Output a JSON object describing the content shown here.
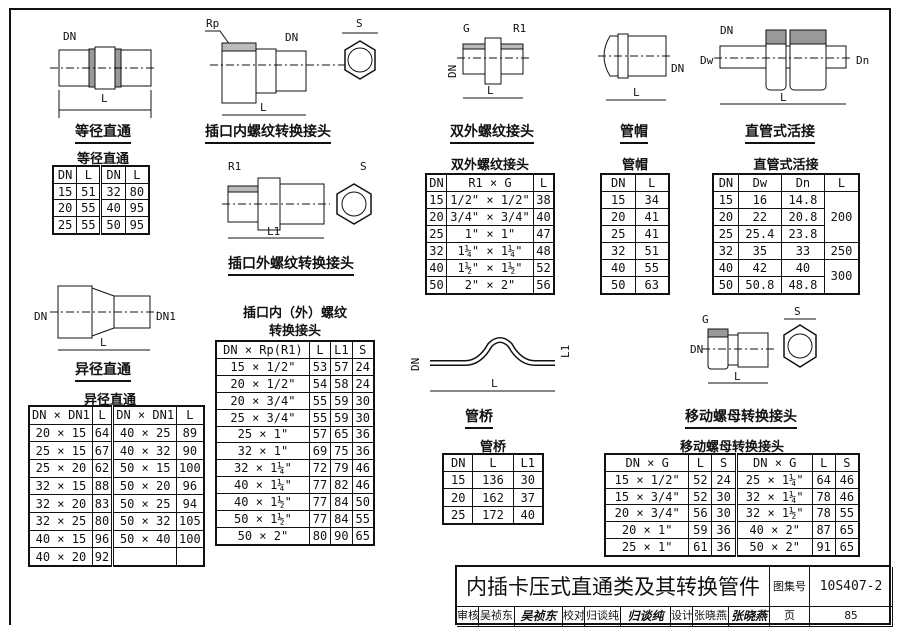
{
  "fittings": {
    "equal_coupling": {
      "caption": "等径直通",
      "table_title": "等径直通",
      "labels": {
        "dn": "DN",
        "l": "L"
      },
      "header": [
        "DN",
        "L",
        "DN",
        "L"
      ],
      "rows": [
        [
          "15",
          "51",
          "32",
          "80"
        ],
        [
          "20",
          "55",
          "40",
          "95"
        ],
        [
          "25",
          "55",
          "50",
          "95"
        ]
      ]
    },
    "female_adapter": {
      "caption": "插口内螺纹转换接头",
      "labels": {
        "rp": "Rp",
        "dn": "DN",
        "l": "L",
        "s": "S"
      }
    },
    "male_adapter": {
      "caption": "插口外螺纹转换接头",
      "labels": {
        "r1": "R1",
        "l1": "L1",
        "s": "S"
      }
    },
    "reducing_coupling": {
      "caption": "异径直通",
      "table_title": "异径直通",
      "labels": {
        "dn": "DN",
        "dn1": "DN1",
        "l": "L"
      },
      "header": [
        "DN × DN1",
        "L",
        "DN × DN1",
        "L"
      ],
      "rows": [
        [
          "20 × 15",
          "64",
          "40 × 25",
          "89"
        ],
        [
          "25 × 15",
          "67",
          "40 × 32",
          "90"
        ],
        [
          "25 × 20",
          "62",
          "50 × 15",
          "100"
        ],
        [
          "32 × 15",
          "88",
          "50 × 20",
          "96"
        ],
        [
          "32 × 20",
          "83",
          "50 × 25",
          "94"
        ],
        [
          "32 × 25",
          "80",
          "50 × 32",
          "105"
        ],
        [
          "40 × 15",
          "96",
          "50 × 40",
          "100"
        ],
        [
          "40 × 20",
          "92",
          "",
          ""
        ]
      ]
    },
    "adapter_table": {
      "table_title_1": "插口内（外）螺纹",
      "table_title_2": "转换接头",
      "header": [
        "DN × Rp(R1)",
        "L",
        "L1",
        "S"
      ],
      "rows": [
        [
          "15 × 1/2\"",
          "53",
          "57",
          "24"
        ],
        [
          "20 × 1/2\"",
          "54",
          "58",
          "24"
        ],
        [
          "20 × 3/4\"",
          "55",
          "59",
          "30"
        ],
        [
          "25 × 3/4\"",
          "55",
          "59",
          "30"
        ],
        [
          "25 × 1\"",
          "57",
          "65",
          "36"
        ],
        [
          "32 × 1\"",
          "69",
          "75",
          "36"
        ],
        [
          "32 × 1¼\"",
          "72",
          "79",
          "46"
        ],
        [
          "40 × 1¼\"",
          "77",
          "82",
          "46"
        ],
        [
          "40 × 1½\"",
          "77",
          "84",
          "50"
        ],
        [
          "50 × 1½\"",
          "77",
          "84",
          "55"
        ],
        [
          "50 × 2\"",
          "80",
          "90",
          "65"
        ]
      ]
    },
    "double_male": {
      "caption": "双外螺纹接头",
      "table_title": "双外螺纹接头",
      "labels": {
        "g": "G",
        "r1": "R1",
        "dn": "DN",
        "l": "L"
      },
      "header": [
        "DN",
        "R1 × G",
        "L"
      ],
      "rows": [
        [
          "15",
          "1/2\" × 1/2\"",
          "38"
        ],
        [
          "20",
          "3/4\" × 3/4\"",
          "40"
        ],
        [
          "25",
          "1\" × 1\"",
          "47"
        ],
        [
          "32",
          "1¼\" × 1¼\"",
          "48"
        ],
        [
          "40",
          "1½\" × 1½\"",
          "52"
        ],
        [
          "50",
          "2\" × 2\"",
          "56"
        ]
      ]
    },
    "cap": {
      "caption": "管帽",
      "table_title": "管帽",
      "labels": {
        "dn": "DN",
        "l": "L"
      },
      "header": [
        "DN",
        "L"
      ],
      "rows": [
        [
          "15",
          "34"
        ],
        [
          "20",
          "41"
        ],
        [
          "25",
          "41"
        ],
        [
          "32",
          "51"
        ],
        [
          "40",
          "55"
        ],
        [
          "50",
          "63"
        ]
      ]
    },
    "union": {
      "caption": "直管式活接",
      "table_title": "直管式活接",
      "labels": {
        "dn": "DN",
        "dw": "Dw",
        "dn_inner": "Dn",
        "l": "L"
      },
      "header": [
        "DN",
        "Dw",
        "Dn",
        "L"
      ],
      "rows": [
        [
          "15",
          "16",
          "14.8"
        ],
        [
          "20",
          "22",
          "20.8"
        ],
        [
          "25",
          "25.4",
          "23.8"
        ],
        [
          "32",
          "35",
          "33"
        ],
        [
          "40",
          "42",
          "40"
        ],
        [
          "50",
          "50.8",
          "48.8"
        ]
      ],
      "l_values": [
        "200",
        "250",
        "300"
      ]
    },
    "bridge": {
      "caption": "管桥",
      "table_title": "管桥",
      "labels": {
        "dn": "DN",
        "l": "L",
        "l1": "L1"
      },
      "header": [
        "DN",
        "L",
        "L1"
      ],
      "rows": [
        [
          "15",
          "136",
          "30"
        ],
        [
          "20",
          "162",
          "37"
        ],
        [
          "25",
          "172",
          "40"
        ]
      ]
    },
    "swivel": {
      "caption": "移动螺母转换接头",
      "table_title": "移动螺母转换接头",
      "labels": {
        "g": "G",
        "dn": "DN",
        "l": "L",
        "s": "S"
      },
      "header": [
        "DN × G",
        "L",
        "S",
        "DN × G",
        "L",
        "S"
      ],
      "rows": [
        [
          "15 × 1/2\"",
          "52",
          "24",
          "25 × 1¼\"",
          "64",
          "46"
        ],
        [
          "15 × 3/4\"",
          "52",
          "30",
          "32 × 1¼\"",
          "78",
          "46"
        ],
        [
          "20 × 3/4\"",
          "56",
          "30",
          "32 × 1½\"",
          "78",
          "55"
        ],
        [
          "20 × 1\"",
          "59",
          "36",
          "40 × 2\"",
          "87",
          "65"
        ],
        [
          "25 × 1\"",
          "61",
          "36",
          "50 × 2\"",
          "91",
          "65"
        ]
      ]
    }
  },
  "title_block": {
    "title": "内插卡压式直通类及其转换管件",
    "atlas_label": "图集号",
    "atlas_no": "10S407-2",
    "review_label": "审核",
    "reviewer": "吴祯东",
    "reviewer_sign": "吴祯东",
    "check_label": "校对",
    "checker": "归谈纯",
    "checker_sign": "归谈纯",
    "design_label": "设计",
    "designer": "张晓燕",
    "designer_sign": "张晓燕",
    "page_label": "页",
    "page": "85"
  }
}
